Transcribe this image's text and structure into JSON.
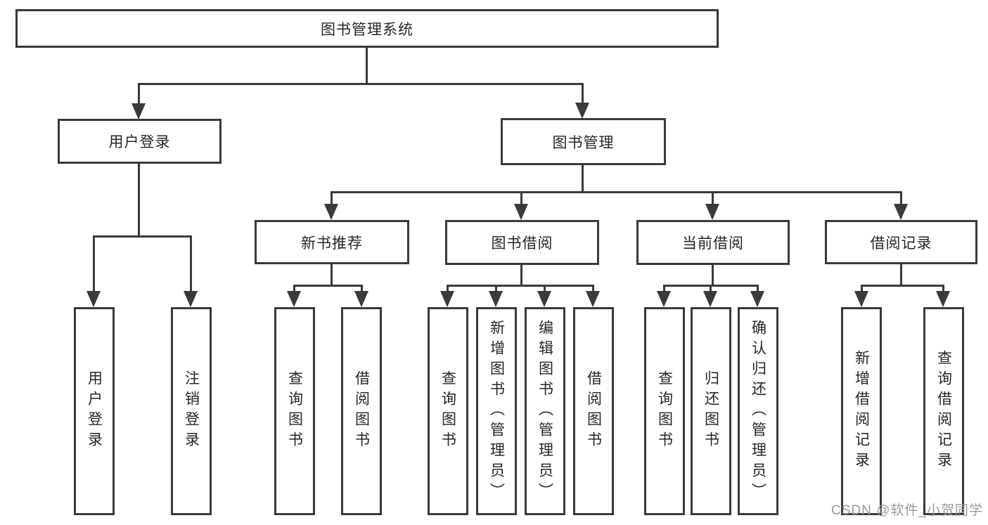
{
  "tree": {
    "root": {
      "label": "图书管理系统",
      "children": [
        {
          "label": "用户登录",
          "children": [
            {
              "label": "用户登录"
            },
            {
              "label": "注销登录"
            }
          ]
        },
        {
          "label": "图书管理",
          "children": [
            {
              "label": "新书推荐",
              "children": [
                {
                  "label": "查询图书"
                },
                {
                  "label": "借阅图书"
                }
              ]
            },
            {
              "label": "图书借阅",
              "children": [
                {
                  "label": "查询图书"
                },
                {
                  "label": "新增图书（管理员）"
                },
                {
                  "label": "编辑图书（管理员）"
                },
                {
                  "label": "借阅图书"
                }
              ]
            },
            {
              "label": "当前借阅",
              "children": [
                {
                  "label": "查询图书"
                },
                {
                  "label": "归还图书"
                },
                {
                  "label": "确认归还（管理员）"
                }
              ]
            },
            {
              "label": "借阅记录",
              "children": [
                {
                  "label": "新增借阅记录"
                },
                {
                  "label": "查询借阅记录"
                }
              ]
            }
          ]
        }
      ]
    }
  },
  "watermark": {
    "text": "CSDN @软件_小贺同学"
  },
  "colors": {
    "line": "#3a3a3a",
    "text": "#262626",
    "box_background": "#ffffff",
    "watermark": "#9a9a9a",
    "background": "#ffffff"
  }
}
